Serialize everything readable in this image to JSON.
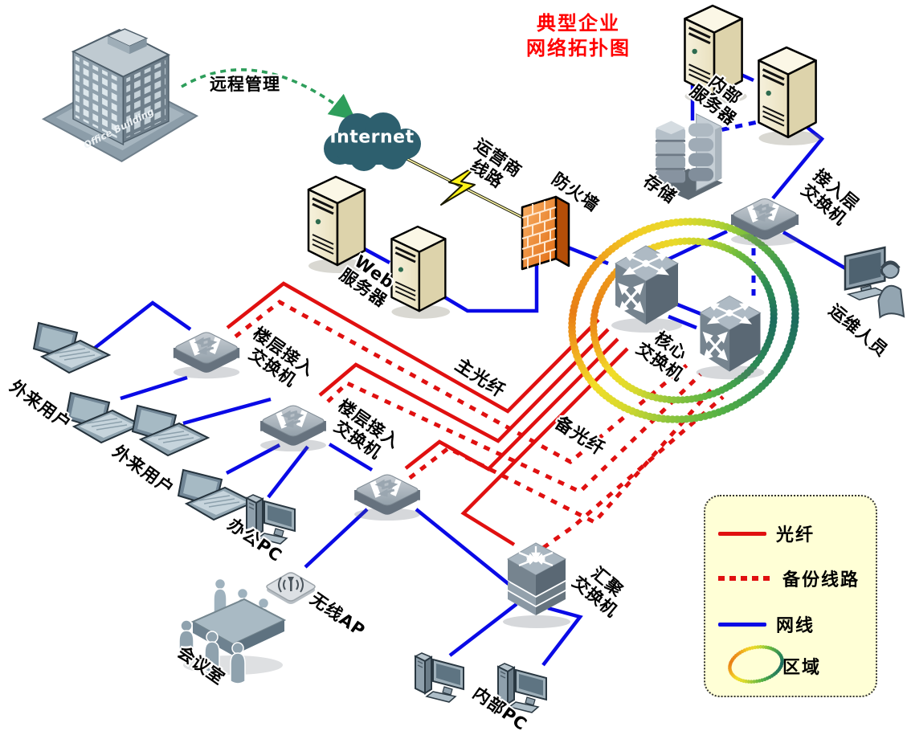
{
  "title": {
    "text": "典型企业\n网络拓扑图"
  },
  "annotations": {
    "remote_management": "远程管理",
    "carrier_line": "运营商\n线路",
    "main_fiber": "主光纤",
    "backup_fiber": "备光纤"
  },
  "nodes": {
    "office_building": "Office Building",
    "internet": "Internet",
    "firewall": "防火墙",
    "web_server": "Web\n服务器",
    "internal_server": "内部\n服务器",
    "storage": "存储",
    "access_layer_switch": "接入层\n交换机",
    "ops_staff": "运维人员",
    "core_switch": "核心\n交换机",
    "floor_switch_1": "楼层接入\n交换机",
    "floor_switch_2": "楼层接入\n交换机",
    "external_users_1": "外来用户",
    "external_users_2": "外来用户",
    "office_pc": "办公PC",
    "wireless_ap": "无线AP",
    "meeting_room": "会议室",
    "aggregation_switch": "汇聚\n交换机",
    "internal_pc": "内部PC"
  },
  "legend": {
    "items": [
      {
        "label": "光纤",
        "style": "fiber-solid-red"
      },
      {
        "label": "备份线路",
        "style": "backup-dashed-red"
      },
      {
        "label": "网线",
        "style": "cable-solid-blue"
      },
      {
        "label": "区域",
        "style": "zone-gradient-ring"
      }
    ]
  },
  "colors": {
    "fiber": "#E01010",
    "cable": "#0A0AE6",
    "remote_management": "#2E9E5B",
    "title": "#FF0000",
    "legend_bg": "#FFFFD6",
    "internet_cloud": "#2D5F6E",
    "firewall_orange": "#E8761E"
  }
}
